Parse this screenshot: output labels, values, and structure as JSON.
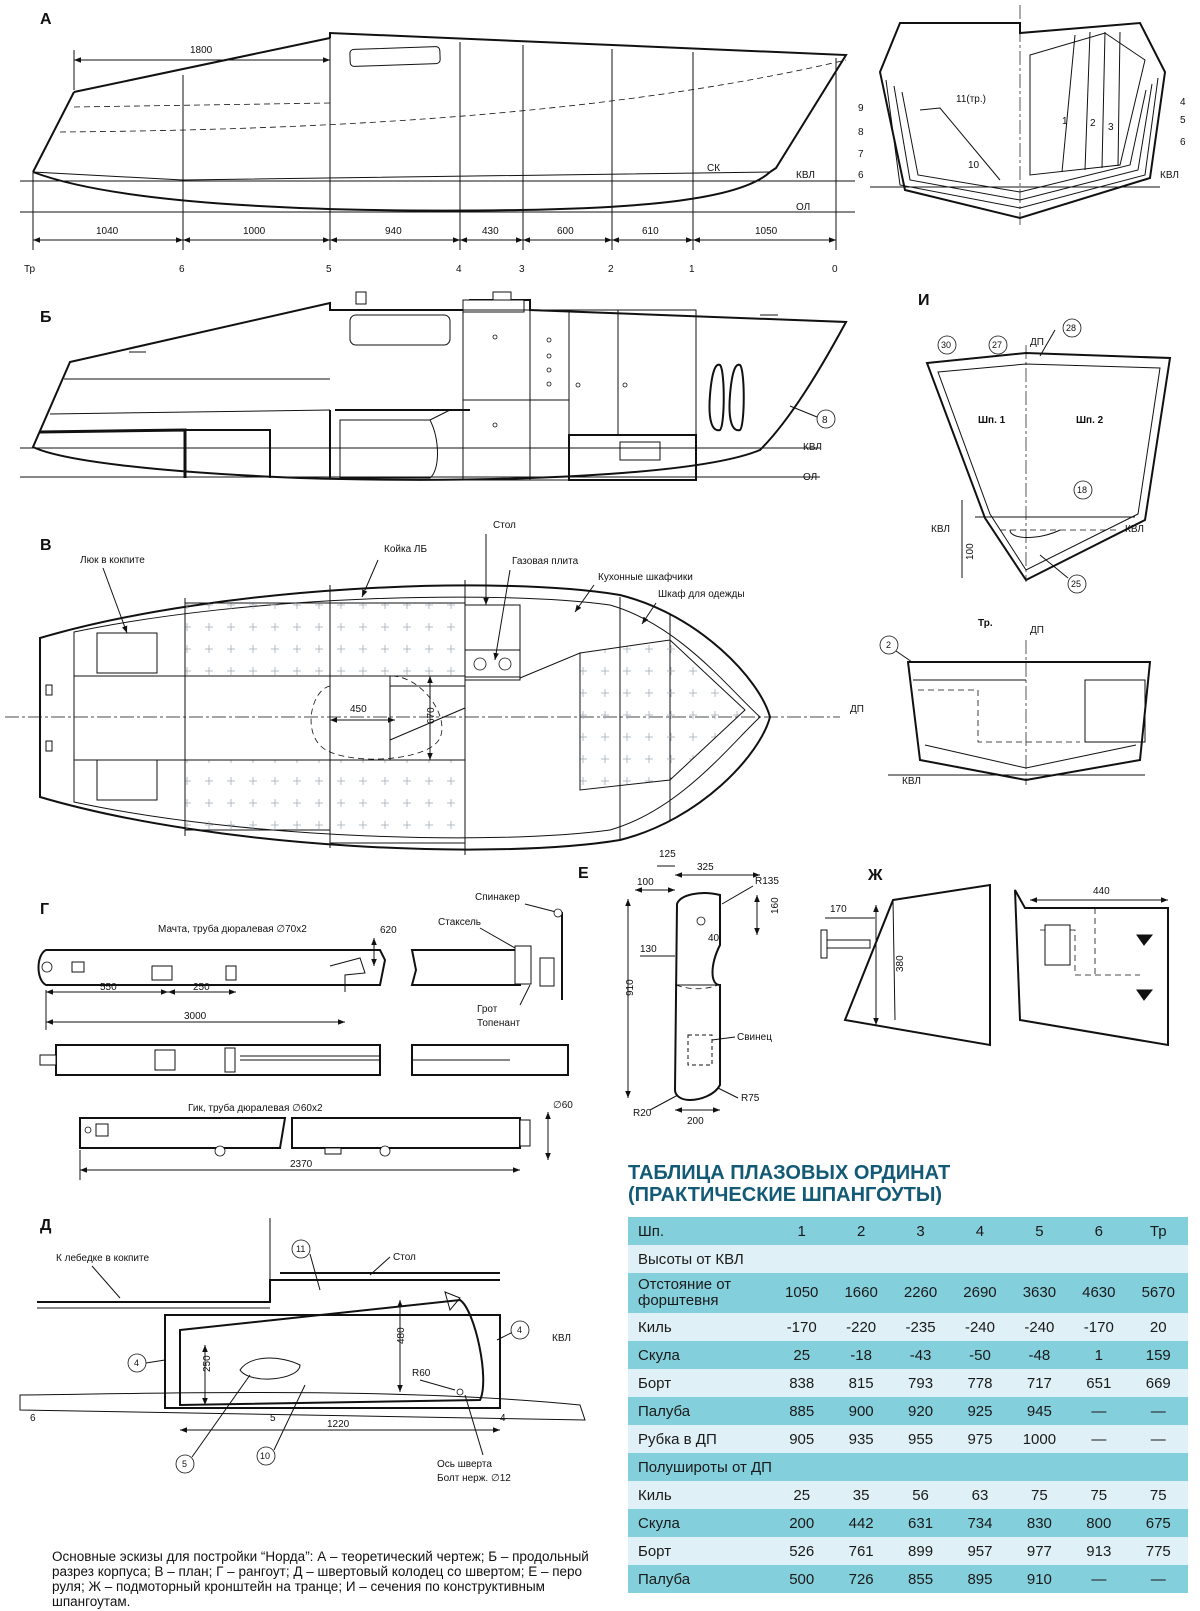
{
  "panels": {
    "A": {
      "letter": "А",
      "dim_top": "1800",
      "waterline_labels": [
        "СК",
        "КВЛ",
        "ОЛ"
      ],
      "segments": [
        "1040",
        "1000",
        "940",
        "430",
        "600",
        "610",
        "1050"
      ],
      "stations": [
        "Тр",
        "6",
        "5",
        "4",
        "3",
        "2",
        "1",
        "0"
      ]
    },
    "body_plan": {
      "callouts_left": [
        "9",
        "8",
        "7",
        "6"
      ],
      "callout_center": "11(тр.)",
      "callout_10": "10",
      "callouts_inner": [
        "1",
        "2",
        "3"
      ],
      "callouts_right": [
        "4",
        "5",
        "6"
      ],
      "waterline": "КВЛ"
    },
    "B": {
      "letter": "Б",
      "callout": "8",
      "waterlines": [
        "КВЛ",
        "ОЛ"
      ]
    },
    "V": {
      "letter": "В",
      "hatch": "Люк в кокпите",
      "berth": "Койка ЛБ",
      "table": "Стол",
      "stove": "Газовая плита",
      "galley": "Кухонные шкафчики",
      "wardrobe": "Шкаф для одежды",
      "dim_w": "450",
      "dim_h": "670",
      "centerline": "ДП"
    },
    "I": {
      "letter": "И",
      "dp": "ДП",
      "frame1": "Шп. 1",
      "frame2": "Шп. 2",
      "callouts": [
        "30",
        "27",
        "28",
        "18",
        "25"
      ],
      "kvl": "КВЛ",
      "dim": "100",
      "transom_title": "Тр.",
      "transom_dp": "ДП",
      "transom_callout": "2",
      "transom_kvl": "КВЛ"
    },
    "G": {
      "letter": "Г",
      "mast_title": "Мачта, труба дюралевая ∅70х2",
      "spinnaker": "Спинакер",
      "staysail": "Стаксель",
      "dim_620": "620",
      "halyard_main": "Грот",
      "topenant": "Топенант",
      "dim_550": "550",
      "dim_250": "250",
      "dim_3000": "3000",
      "boom_title": "Гик, труба дюралевая ∅60х2",
      "dim_d60": "∅60",
      "dim_2370": "2370"
    },
    "E": {
      "letter": "Е",
      "dims": [
        "125",
        "325",
        "100",
        "R135",
        "160",
        "40",
        "130",
        "910",
        "200",
        "R20",
        "R75"
      ],
      "lead": "Свинец"
    },
    "Zh": {
      "letter": "Ж",
      "dim_440": "440",
      "dim_170": "170",
      "dim_380": "380"
    },
    "D": {
      "letter": "Д",
      "winch": "К лебедке в кокпите",
      "table": "Стол",
      "callouts": [
        "11",
        "4",
        "4",
        "5",
        "10"
      ],
      "kvl": "КВЛ",
      "dim_480": "480",
      "dim_250": "250",
      "dim_r60": "R60",
      "dim_1220": "1220",
      "stations": [
        "6",
        "5",
        "4"
      ],
      "pivot_1": "Ось шверта",
      "pivot_2": "Болт нерж. ∅12"
    }
  },
  "table": {
    "title_line1": "ТАБЛИЦА ПЛАЗОВЫХ ОРДИНАТ",
    "title_line2": "(ПРАКТИЧЕСКИЕ ШПАНГОУТЫ)",
    "header": [
      "Шп.",
      "1",
      "2",
      "3",
      "4",
      "5",
      "6",
      "Тр"
    ],
    "section_heights": "Высоты от КВЛ",
    "rows_heights": [
      {
        "label": "Отстояние от форштевня",
        "values": [
          "1050",
          "1660",
          "2260",
          "2690",
          "3630",
          "4630",
          "5670"
        ]
      },
      {
        "label": "Киль",
        "values": [
          "-170",
          "-220",
          "-235",
          "-240",
          "-240",
          "-170",
          "20"
        ]
      },
      {
        "label": "Скула",
        "values": [
          "25",
          "-18",
          "-43",
          "-50",
          "-48",
          "1",
          "159"
        ]
      },
      {
        "label": "Борт",
        "values": [
          "838",
          "815",
          "793",
          "778",
          "717",
          "651",
          "669"
        ]
      },
      {
        "label": "Палуба",
        "values": [
          "885",
          "900",
          "920",
          "925",
          "945",
          "—",
          "—"
        ]
      },
      {
        "label": "Рубка в ДП",
        "values": [
          "905",
          "935",
          "955",
          "975",
          "1000",
          "—",
          "—"
        ]
      }
    ],
    "section_halfbreadths": "Полуширoты от ДП",
    "rows_halfbreadths": [
      {
        "label": "Киль",
        "values": [
          "25",
          "35",
          "56",
          "63",
          "75",
          "75",
          "75"
        ]
      },
      {
        "label": "Скула",
        "values": [
          "200",
          "442",
          "631",
          "734",
          "830",
          "800",
          "675"
        ]
      },
      {
        "label": "Борт",
        "values": [
          "526",
          "761",
          "899",
          "957",
          "977",
          "913",
          "775"
        ]
      },
      {
        "label": "Палуба",
        "values": [
          "500",
          "726",
          "855",
          "895",
          "910",
          "—",
          "—"
        ]
      }
    ]
  },
  "caption": "Основные эскизы для постройки “Норда”: А – теоретический чертеж; Б – продольный разрез корпуса; В – план; Г – рангоут; Д – швертовый колодец со швертом; Е – перо руля; Ж – подмоторный кронштейн на транце; И – сечения по конструктивным шпангоутам."
}
